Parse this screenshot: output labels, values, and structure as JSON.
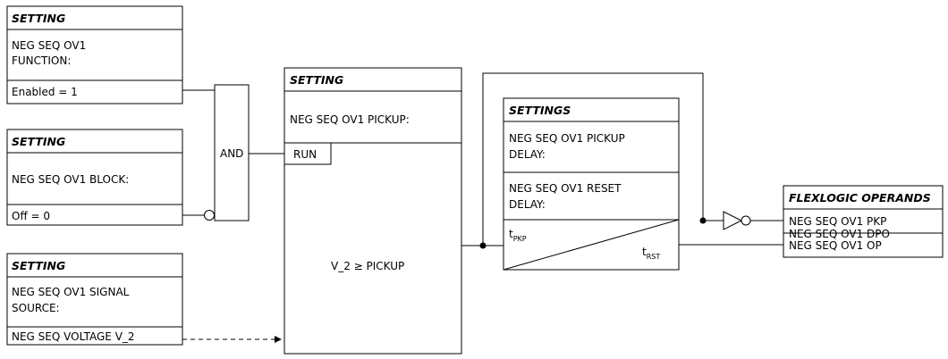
{
  "setting_function": {
    "header": "SETTING",
    "name_line1": "NEG SEQ OV1",
    "name_line2": "FUNCTION:",
    "value": "Enabled = 1"
  },
  "setting_block": {
    "header": "SETTING",
    "name": "NEG SEQ OV1 BLOCK:",
    "value": "Off = 0"
  },
  "setting_source": {
    "header": "SETTING",
    "name_line1": "NEG SEQ OV1 SIGNAL",
    "name_line2": "SOURCE:",
    "value": "NEG SEQ VOLTAGE V_2"
  },
  "and_gate": {
    "label": "AND"
  },
  "setting_pickup": {
    "header": "SETTING",
    "name": "NEG SEQ OV1 PICKUP:",
    "run": "RUN",
    "condition": "V_2 ≥ PICKUP"
  },
  "settings_timer": {
    "header": "SETTINGS",
    "pickup_delay_line1": "NEG SEQ OV1 PICKUP",
    "pickup_delay_line2": "DELAY:",
    "reset_delay_line1": "NEG SEQ OV1 RESET",
    "reset_delay_line2": "DELAY:",
    "t_pkp": "t",
    "t_pkp_sub": "PKP",
    "t_rst": "t",
    "t_rst_sub": "RST"
  },
  "flexlogic": {
    "header": "FLEXLOGIC OPERANDS",
    "operands": [
      "NEG SEQ OV1 PKP",
      "NEG SEQ OV1 DPO",
      "NEG SEQ OV1 OP"
    ]
  }
}
